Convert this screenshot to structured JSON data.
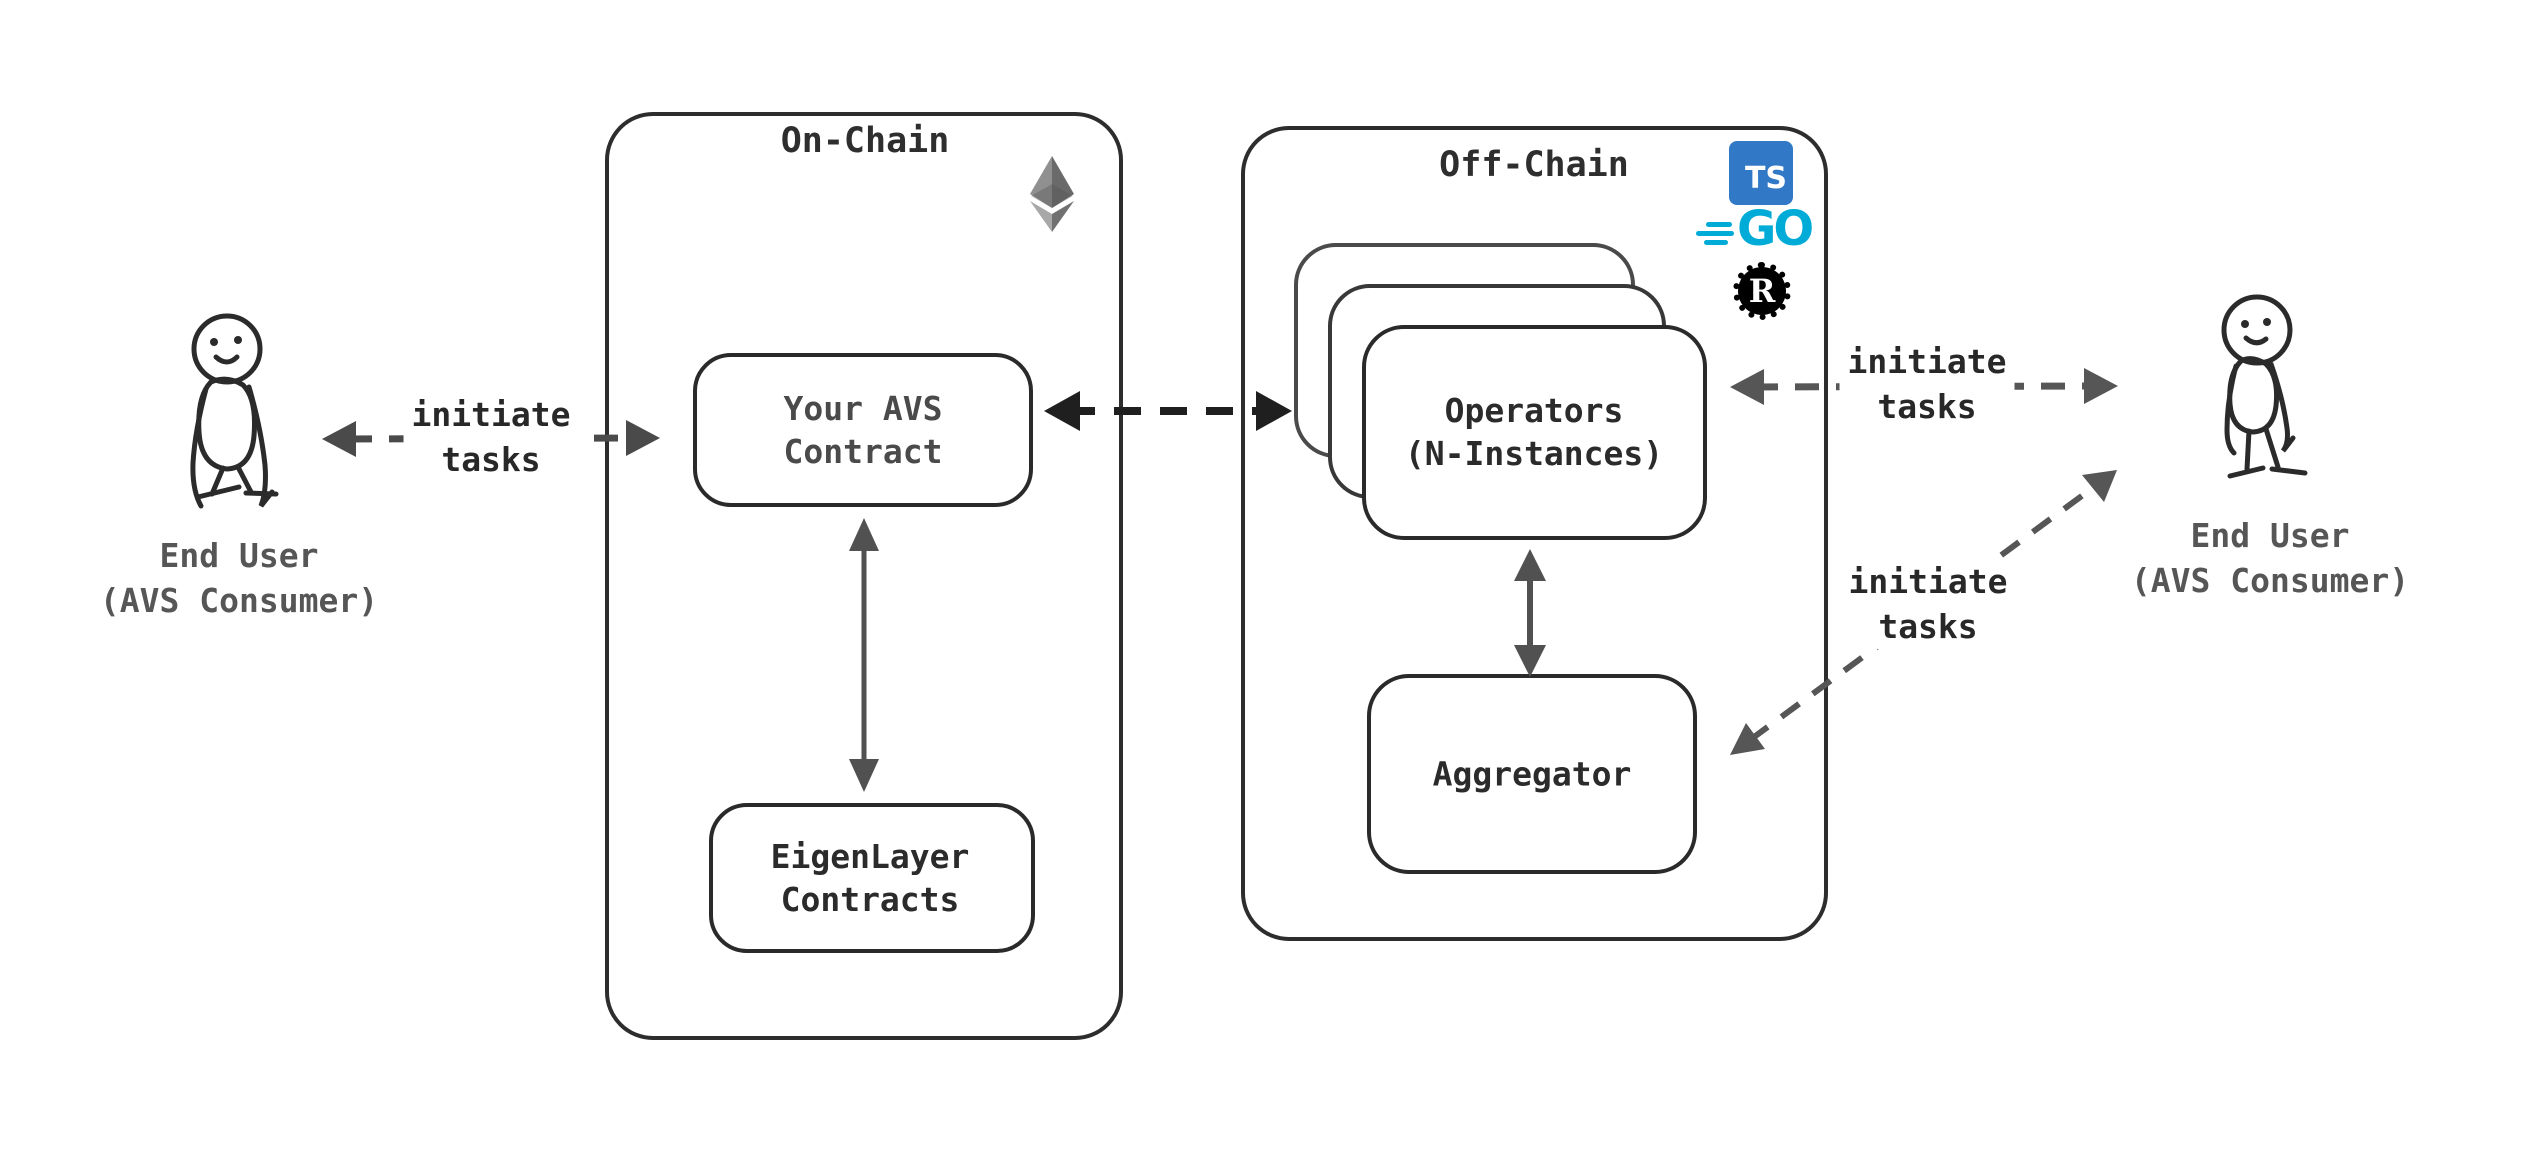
{
  "groups": {
    "on_chain": {
      "title": "On-Chain"
    },
    "off_chain": {
      "title": "Off-Chain"
    }
  },
  "nodes": {
    "avs_contract": {
      "line1": "Your AVS",
      "line2": "Contract"
    },
    "eigenlayer_contracts": {
      "line1": "EigenLayer",
      "line2": "Contracts"
    },
    "operators": {
      "line1": "Operators",
      "line2": "(N-Instances)"
    },
    "aggregator": {
      "label": "Aggregator"
    }
  },
  "actors": {
    "left_end_user": {
      "line1": "End User",
      "line2": "(AVS Consumer)"
    },
    "right_end_user": {
      "line1": "End User",
      "line2": "(AVS Consumer)"
    }
  },
  "edge_labels": {
    "user_to_contract": {
      "line1": "initiate",
      "line2": "tasks"
    },
    "operators_to_user": {
      "line1": "initiate",
      "line2": "tasks"
    },
    "user_to_aggregator": {
      "line1": "initiate",
      "line2": "tasks"
    }
  },
  "icons": {
    "ethereum": {
      "name": "ethereum-logo"
    },
    "typescript": {
      "label": "TS"
    },
    "go": {
      "label": "GO"
    },
    "rust": {
      "label": "R"
    }
  },
  "colors": {
    "background": "#ffffff",
    "box_stroke": "#2d2d2d",
    "dark_arrow": "#1f1f1f",
    "gray_arrow": "#565656",
    "label_text": "#282828",
    "muted_node_text": "#4a4a4a",
    "actor_text": "#565656",
    "typescript_blue": "#3178C6",
    "go_cyan": "#00ACD7",
    "rust_black": "#000000"
  }
}
